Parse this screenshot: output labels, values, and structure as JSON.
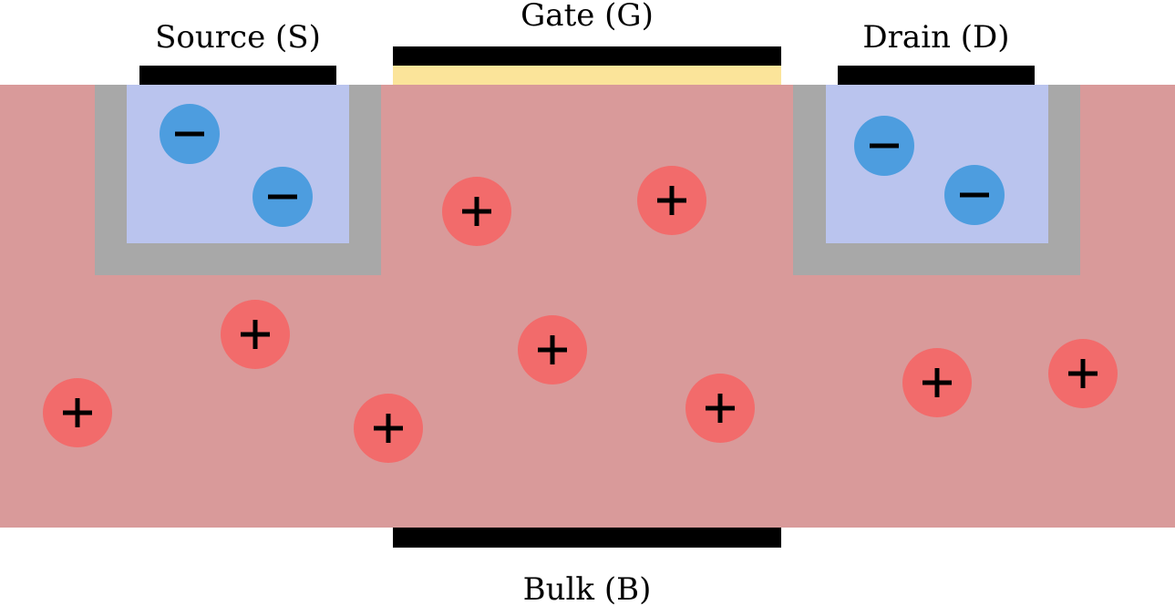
{
  "labels": {
    "source": "Source (S)",
    "gate": "Gate (G)",
    "drain": "Drain (D)",
    "bulk": "Bulk (B)"
  },
  "colors": {
    "substrate": "#d99a9a",
    "well_border": "#a8a8a8",
    "well": "#bac4ee",
    "contact": "#000000",
    "oxide": "#fbe49a",
    "electron": "#4d9ddf",
    "hole": "#f26b6b"
  },
  "charges": [
    {
      "type": "electron",
      "region": "source"
    },
    {
      "type": "electron",
      "region": "source"
    },
    {
      "type": "electron",
      "region": "drain"
    },
    {
      "type": "electron",
      "region": "drain"
    },
    {
      "type": "hole",
      "region": "substrate"
    },
    {
      "type": "hole",
      "region": "substrate"
    },
    {
      "type": "hole",
      "region": "substrate"
    },
    {
      "type": "hole",
      "region": "substrate"
    },
    {
      "type": "hole",
      "region": "substrate"
    },
    {
      "type": "hole",
      "region": "substrate"
    },
    {
      "type": "hole",
      "region": "substrate"
    },
    {
      "type": "hole",
      "region": "substrate"
    },
    {
      "type": "hole",
      "region": "substrate"
    }
  ]
}
